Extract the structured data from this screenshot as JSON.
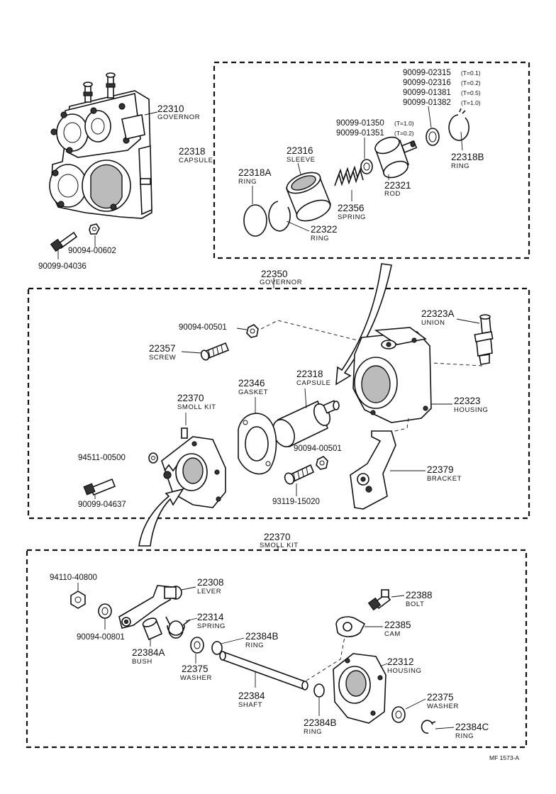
{
  "labels": {
    "p22310": {
      "num": "22310",
      "name": "GOVERNOR"
    },
    "p22318cap": {
      "num": "22318",
      "name": "CAPSULE"
    },
    "p22316": {
      "num": "22316",
      "name": "SLEEVE"
    },
    "p22318A": {
      "num": "22318A",
      "name": "RING"
    },
    "p22322": {
      "num": "22322",
      "name": "RING"
    },
    "p22356": {
      "num": "22356",
      "name": "SPRING"
    },
    "p22321": {
      "num": "22321",
      "name": "ROD"
    },
    "p22318B": {
      "num": "22318B",
      "name": "RING"
    },
    "p22350": {
      "num": "22350",
      "name": "GOVERNOR"
    },
    "p22323A": {
      "num": "22323A",
      "name": "UNION"
    },
    "p22357": {
      "num": "22357",
      "name": "SCREW"
    },
    "p22346": {
      "num": "22346",
      "name": "GASKET"
    },
    "p22318b": {
      "num": "22318",
      "name": "CAPSULE"
    },
    "p22370a": {
      "num": "22370",
      "name": "SMOLL KIT"
    },
    "p22323": {
      "num": "22323",
      "name": "HOUSING"
    },
    "p22379": {
      "num": "22379",
      "name": "BRACKET"
    },
    "p22370b": {
      "num": "22370",
      "name": "SMOLL KIT"
    },
    "p22308": {
      "num": "22308",
      "name": "LEVER"
    },
    "p22314": {
      "num": "22314",
      "name": "SPRING"
    },
    "p22388": {
      "num": "22388",
      "name": "BOLT"
    },
    "p22385": {
      "num": "22385",
      "name": "CAM"
    },
    "p22384B1": {
      "num": "22384B",
      "name": "RING"
    },
    "p22384A": {
      "num": "22384A",
      "name": "BUSH"
    },
    "p22375a": {
      "num": "22375",
      "name": "WASHER"
    },
    "p22312": {
      "num": "22312",
      "name": "HOUSING"
    },
    "p22384": {
      "num": "22384",
      "name": "SHAFT"
    },
    "p22375b": {
      "num": "22375",
      "name": "WASHER"
    },
    "p22384B2": {
      "num": "22384B",
      "name": "RING"
    },
    "p22384C": {
      "num": "22384C",
      "name": "RING"
    }
  },
  "partnos": {
    "n1": "90094-00602",
    "n2": "90099-04036",
    "n3": "90099-01350",
    "n4": "90099-01351",
    "n5": "90094-00501",
    "n6": "94511-00500",
    "n7": "90099-04637",
    "n8": "90094-00501",
    "n9": "93119-15020",
    "n10": "94110-40800",
    "n11": "90094-00801"
  },
  "shims": [
    {
      "no": "90099-02315",
      "t": "(T=0.1)"
    },
    {
      "no": "90099-02316",
      "t": "(T=0.2)"
    },
    {
      "no": "90099-01381",
      "t": "(T=0.5)"
    },
    {
      "no": "90099-01382",
      "t": "(T=1.0)"
    }
  ],
  "thickness": {
    "t1": "(T=1.0)",
    "t2": "(T=0.2)"
  },
  "footer": "MF 1573-A"
}
